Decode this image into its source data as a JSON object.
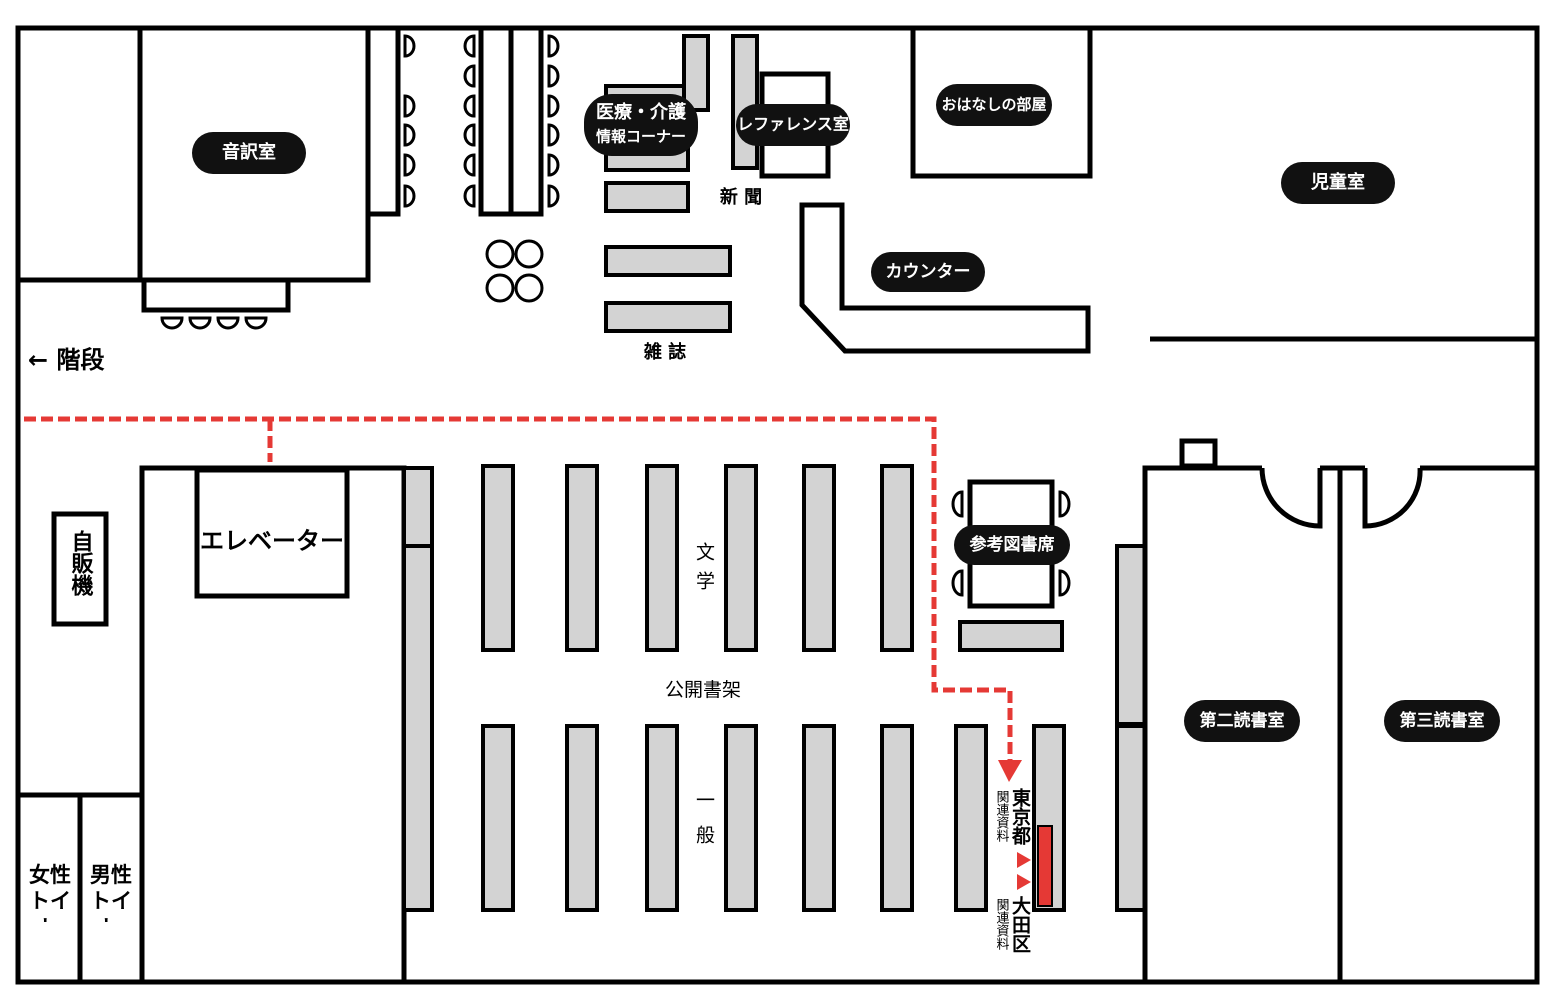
{
  "map": {
    "rooms": {
      "onyaku": "音訳室",
      "iryo_line1": "医療・介護",
      "iryo_line2": "情報コーナー",
      "reference": "レファレンス室",
      "ohanashi": "おはなしの部屋",
      "jidou": "児童室",
      "counter": "カウンター",
      "sankou": "参考図書席",
      "daini": "第二読書室",
      "daisan": "第三読書室",
      "elevator": "エレベーター"
    },
    "labels": {
      "stairs": "← 階段",
      "shinbun": "新 聞",
      "zasshi": "雑 誌",
      "jihanki": "自販機",
      "women_wc": "女性トイレ",
      "men_wc": "男性トイレ",
      "bungaku": "文学",
      "ippan": "一般",
      "koukai": "公開書架",
      "tokyo_main": "東京都",
      "tokyo_sub": "関連資料",
      "ota_main": "大田区",
      "ota_sub": "関連資料"
    },
    "colors": {
      "route": "#e53935",
      "highlight": "#e53935",
      "shelf": "#d3d3d3"
    }
  }
}
